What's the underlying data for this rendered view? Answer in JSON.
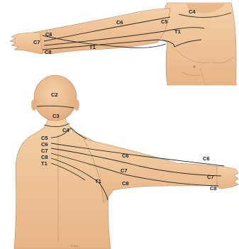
{
  "figure_a": {
    "labels": {
      "c4": "C4",
      "c5": "C5",
      "c6_shoulder": "C6",
      "c6_hand": "C6",
      "c7": "C7",
      "c8": "C8",
      "t1_arm": "T1",
      "t1_chest": "T1"
    }
  },
  "figure_b": {
    "labels": {
      "c2": "C2",
      "c3": "C3",
      "c4": "C4",
      "c5": "C5",
      "c6": "C6",
      "c7": "C7",
      "c8": "C8",
      "t1": "T1",
      "c6_arm": "C6",
      "c7_arm": "C7",
      "c8_arm": "C8",
      "t1_arm": "T1",
      "c6_hand": "C6",
      "c7_hand": "C7",
      "c8_hand": "C8"
    }
  },
  "colors": {
    "skin": "#f0c89b",
    "skin_shadow": "#dca577",
    "line": "#2a2a2a"
  }
}
